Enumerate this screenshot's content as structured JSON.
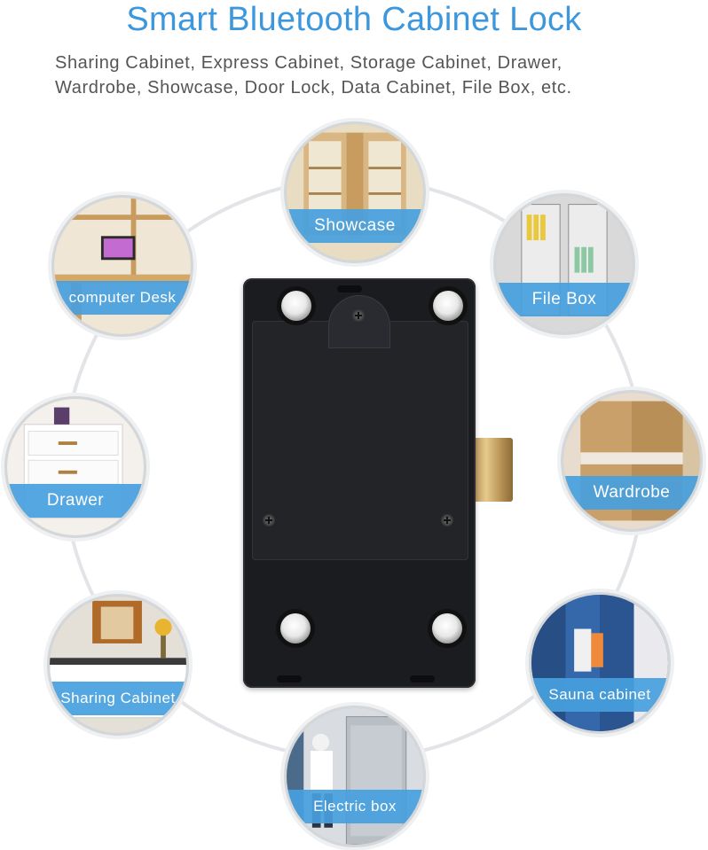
{
  "header": {
    "title": "Smart Bluetooth Cabinet Lock",
    "subtitle_line1": "Sharing Cabinet, Express Cabinet, Storage Cabinet, Drawer,",
    "subtitle_line2": "Wardrobe, Showcase, Door Lock, Data Cabinet, File Box, etc."
  },
  "applications": {
    "showcase": "Showcase",
    "computer_desk": "computer Desk",
    "file_box": "File Box",
    "drawer": "Drawer",
    "wardrobe": "Wardrobe",
    "sharing_cabinet": "Sharing Cabinet",
    "sauna_cabinet": "Sauna cabinet",
    "electric_box": "Electric box"
  },
  "colors": {
    "accent": "#3d97dc",
    "label_bg": "#46a0de",
    "lock_body": "#1b1c1f",
    "bolt": "#c9a46a"
  }
}
